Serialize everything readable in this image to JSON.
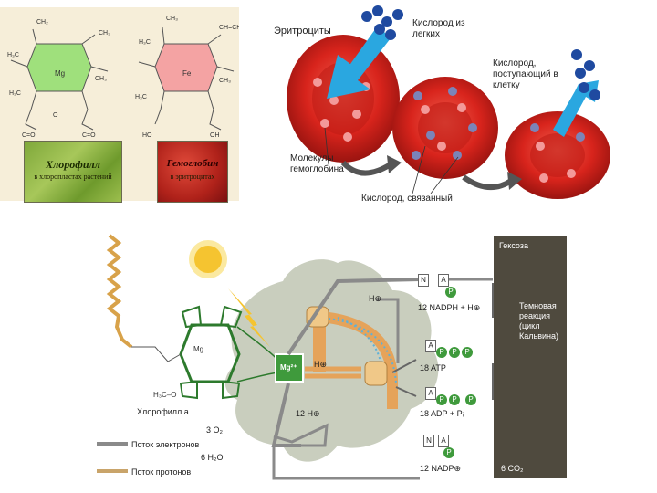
{
  "top_left": {
    "chlorophyll_card": {
      "title": "Хлорофилл",
      "subtitle": "в хлоропластах растений"
    },
    "hemoglobin_card": {
      "title": "Гемоглобин",
      "subtitle": "в эритроцитах"
    },
    "mg_atom": "Mg",
    "fe_atom": "Fe"
  },
  "top_right": {
    "erythrocytes": "Эритроциты",
    "oxygen_lungs": "Кислород из легких",
    "oxygen_cell": "Кислород, поступающий в клетку",
    "hemoglobin_molecules": "Молекулы гемоглобина",
    "oxygen_bound": "Кислород, связанный"
  },
  "bottom": {
    "mg_center": "Mg²⁺",
    "chlorophyll_a": "Хлорофилл a",
    "mg_formula": "Mg",
    "h3c_o": "H₃C–O",
    "hexose": "Гексоза",
    "dark_reaction": "Темновая реакция (цикл Кальвина)",
    "co2": "6 CO₂",
    "nadph": "12 NADPH + H⊕",
    "atp": "18 ATP",
    "adp": "18 ADP + Pᵢ",
    "nadp": "12 NADP⊕",
    "h_plus_top": "H⊕",
    "h_plus_mid": "H⊕",
    "h12": "12 H⊕",
    "o2": "3 O₂",
    "h2o": "6 H₂O",
    "legend_electrons": "Поток электронов",
    "legend_protons": "Поток протонов",
    "box_n": "N",
    "box_a": "A",
    "p": "P"
  },
  "colors": {
    "red_cell": "#d8241c",
    "arrow_blue": "#2aa7e0",
    "dark_panel": "#4f4a3e",
    "phosphate_green": "#3f9a3c",
    "leaf": "#b7bda8",
    "membrane_orange": "#e5a35a"
  }
}
